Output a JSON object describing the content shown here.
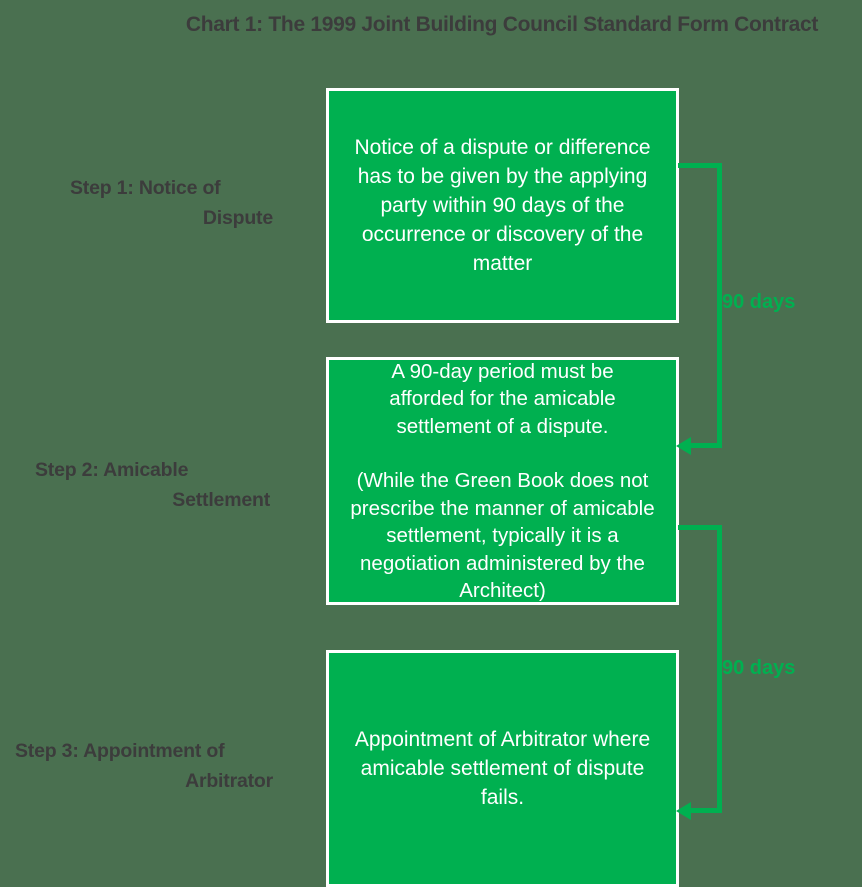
{
  "title": "Chart 1: The 1999 Joint Building Council Standard Form Contract",
  "colors": {
    "background": "#4A7050",
    "box_fill": "#00B050",
    "box_border": "#FFFFFF",
    "box_text": "#FFFFFF",
    "label_text": "#3C3C3C",
    "connector": "#00B050"
  },
  "steps": [
    {
      "label_line1": "Step 1: Notice of",
      "label_line2": "Dispute",
      "box_paragraphs": [
        "Notice of a dispute or difference has to be given by the applying party within 90 days of the occurrence or discovery of the matter"
      ]
    },
    {
      "label_line1": "Step 2: Amicable",
      "label_line2": "Settlement",
      "box_paragraphs": [
        "A 90-day period must be afforded for the amicable settlement of a dispute.",
        "(While the Green Book does not prescribe the manner of amicable settlement, typically it is a negotiation administered by the Architect)"
      ]
    },
    {
      "label_line1": "Step 3: Appointment of",
      "label_line2": "Arbitrator",
      "box_paragraphs": [
        "Appointment of Arbitrator where amicable settlement of dispute fails."
      ]
    }
  ],
  "connectors": [
    {
      "label": "90 days"
    },
    {
      "label": "90 days"
    }
  ]
}
